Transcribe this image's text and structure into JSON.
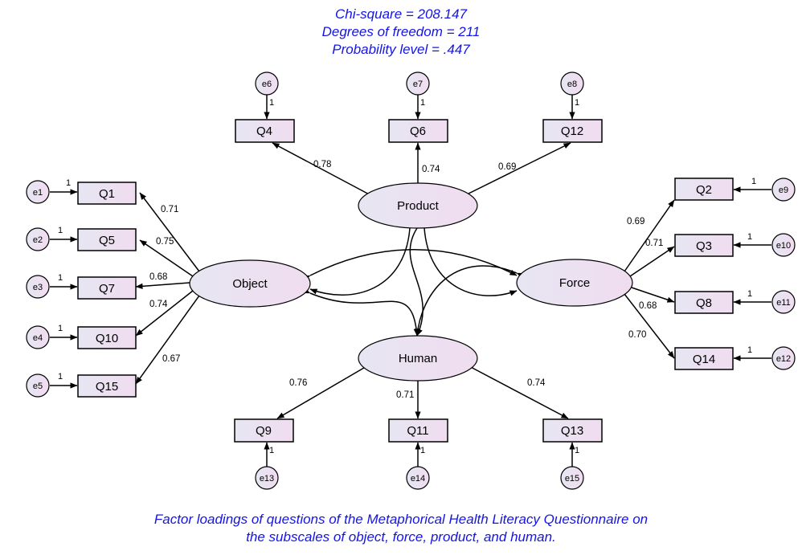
{
  "header": {
    "chi_square": "Chi-square = 208.147",
    "degrees_of_freedom": "Degrees of freedom = 211",
    "probability_level": "Probability level = .447"
  },
  "caption": {
    "line1": "Factor loadings of questions of the Metaphorical Health Literacy Questionnaire on",
    "line2": "the subscales of object, force, product, and human."
  },
  "colors": {
    "header_text": "#1414e6",
    "node_fill_left": "#e6e6f2",
    "node_fill_right": "#f0dcf0",
    "stroke": "#000000"
  },
  "latents": {
    "object": "Object",
    "product": "Product",
    "force": "Force",
    "human": "Human"
  },
  "observed": {
    "q1": "Q1",
    "q5": "Q5",
    "q7": "Q7",
    "q10": "Q10",
    "q15": "Q15",
    "q4": "Q4",
    "q6": "Q6",
    "q12": "Q12",
    "q2": "Q2",
    "q3": "Q3",
    "q8": "Q8",
    "q14": "Q14",
    "q9": "Q9",
    "q11": "Q11",
    "q13": "Q13"
  },
  "errors": {
    "e1": "e1",
    "e2": "e2",
    "e3": "e3",
    "e4": "e4",
    "e5": "e5",
    "e6": "e6",
    "e7": "e7",
    "e8": "e8",
    "e9": "e9",
    "e10": "e10",
    "e11": "e11",
    "e12": "e12",
    "e13": "e13",
    "e14": "e14",
    "e15": "e15"
  },
  "error_weight": "1",
  "loadings": {
    "object_q1": "0.71",
    "object_q5": "0.75",
    "object_q7": "0.68",
    "object_q10": "0.74",
    "object_q15": "0.67",
    "product_q4": "0.78",
    "product_q6": "0.74",
    "product_q12": "0.69",
    "force_q2": "0.69",
    "force_q3": "0.71",
    "force_q8": "0.68",
    "force_q14": "0.70",
    "human_q9": "0.76",
    "human_q11": "0.71",
    "human_q13": "0.74"
  }
}
